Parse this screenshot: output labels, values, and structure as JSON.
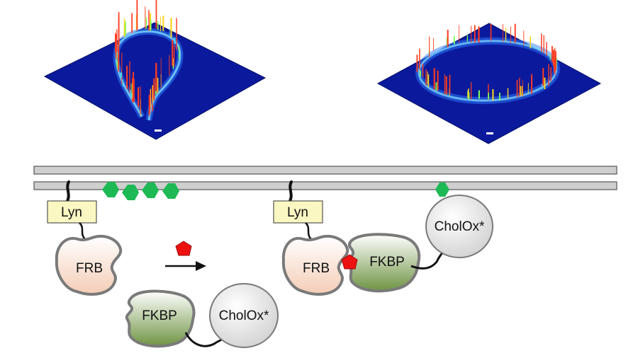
{
  "labels": {
    "lyn": "Lyn",
    "frb": "FRB",
    "fkbp": "FKBP",
    "cholox": "CholOx*"
  },
  "colors": {
    "membrane_fill": "#cfcfcf",
    "membrane_stroke": "#555555",
    "lipid_green": "#1db954",
    "rapamycin_red": "#ee1111",
    "lyn_box": "#fbf7c2",
    "protein_outline": "#7a7a7a",
    "frb_fill": "#f7dccc",
    "fkbp_fill": "#8fb068",
    "cholox_fill": "#dcdcdc",
    "surface_blue": "#0a1fa0"
  }
}
